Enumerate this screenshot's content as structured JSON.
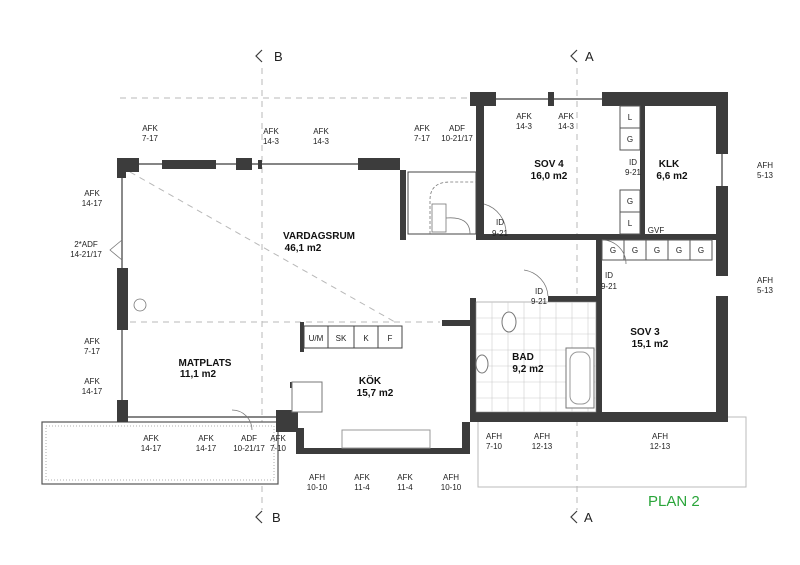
{
  "plan_title": "PLAN 2",
  "section_marks": {
    "b": "B",
    "a": "A"
  },
  "rooms": {
    "sov4_name": "SOV 4",
    "sov4_area": "16,0 m2",
    "klk_name": "KLK",
    "klk_area": "6,6 m2",
    "vardagsrum_name": "VARDAGSRUM",
    "vardagsrum_area": "46,1 m2",
    "matplats_name": "MATPLATS",
    "matplats_area": "11,1 m2",
    "kok_name": "KÖK",
    "kok_area": "15,7 m2",
    "bad_name": "BAD",
    "bad_area": "9,2 m2",
    "sov3_name": "SOV 3",
    "sov3_area": "15,1 m2"
  },
  "appliances": [
    "U/M",
    "SK",
    "K",
    "F"
  ],
  "closets_sov4": [
    "L",
    "G",
    "G",
    "L"
  ],
  "closets_sov3": [
    "G",
    "G",
    "G",
    "G",
    "G"
  ],
  "gvf": "GVF",
  "doors": {
    "id_sov4": [
      "ID",
      "9-21"
    ],
    "id_stair": [
      "ID",
      "9-21"
    ],
    "id_bad": [
      "ID",
      "9-21"
    ],
    "id_sov3": [
      "ID",
      "9-21"
    ]
  },
  "windows": {
    "top_1": [
      "AFK",
      "7-17"
    ],
    "top_2": [
      "AFK",
      "14-3"
    ],
    "top_3": [
      "AFK",
      "14-3"
    ],
    "top_4": [
      "AFK",
      "7-17"
    ],
    "top_adf": [
      "ADF",
      "10-21/17"
    ],
    "top_5": [
      "AFK",
      "14-3"
    ],
    "top_6": [
      "AFK",
      "14-3"
    ],
    "left_1": [
      "AFK",
      "14-17"
    ],
    "left_adf": [
      "2*ADF",
      "14-21/17"
    ],
    "left_2": [
      "AFK",
      "7-17"
    ],
    "left_3": [
      "AFK",
      "14-17"
    ],
    "right_1": [
      "AFH",
      "5-13"
    ],
    "right_2": [
      "AFH",
      "5-13"
    ],
    "bot_1": [
      "AFK",
      "14-17"
    ],
    "bot_2": [
      "AFK",
      "14-17"
    ],
    "bot_adf": [
      "ADF",
      "10-21/17"
    ],
    "bot_3": [
      "AFK",
      "7-10"
    ],
    "bot_4": [
      "AFH",
      "7-10"
    ],
    "bot_5": [
      "AFH",
      "12-13"
    ],
    "bot_6": [
      "AFH",
      "12-13"
    ],
    "low_1": [
      "AFH",
      "10-10"
    ],
    "low_2": [
      "AFK",
      "11-4"
    ],
    "low_3": [
      "AFK",
      "11-4"
    ],
    "low_4": [
      "AFH",
      "10-10"
    ]
  }
}
